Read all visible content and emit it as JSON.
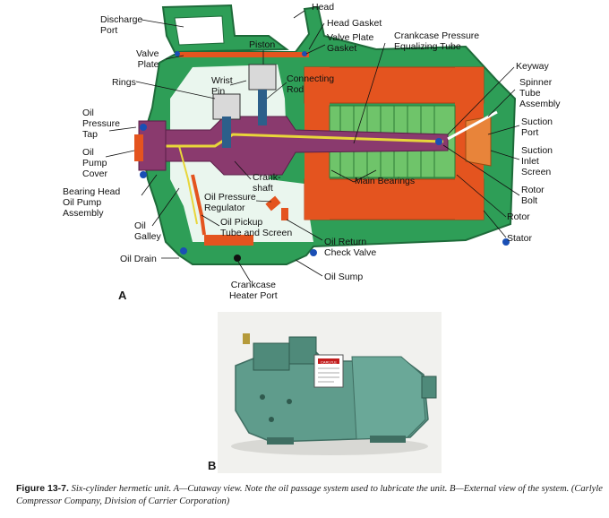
{
  "labels": {
    "head": "Head",
    "discharge_port_1": "Discharge",
    "discharge_port_2": "Port",
    "head_gasket": "Head Gasket",
    "valve_plate_gasket_1": "Valve Plate",
    "valve_plate_gasket_2": "Gasket",
    "piston": "Piston",
    "valve_plate_1": "Valve",
    "valve_plate_2": "Plate",
    "crankcase_tube_1": "Crankcase Pressure",
    "crankcase_tube_2": "Equalizing Tube",
    "rings": "Rings",
    "wrist_pin_1": "Wrist",
    "wrist_pin_2": "Pin",
    "connecting_rod_1": "Connecting",
    "connecting_rod_2": "Rod",
    "keyway": "Keyway",
    "spinner_1": "Spinner",
    "spinner_2": "Tube",
    "spinner_3": "Assembly",
    "oil_pressure_tap_1": "Oil",
    "oil_pressure_tap_2": "Pressure",
    "oil_pressure_tap_3": "Tap",
    "suction_port_1": "Suction",
    "suction_port_2": "Port",
    "oil_pump_cover_1": "Oil",
    "oil_pump_cover_2": "Pump",
    "oil_pump_cover_3": "Cover",
    "suction_screen_1": "Suction",
    "suction_screen_2": "Inlet",
    "suction_screen_3": "Screen",
    "crankshaft_1": "Crank-",
    "crankshaft_2": "shaft",
    "main_bearings": "Main Bearings",
    "bearing_head_1": "Bearing Head",
    "bearing_head_2": "Oil Pump",
    "bearing_head_3": "Assembly",
    "rotor_bolt_1": "Rotor",
    "rotor_bolt_2": "Bolt",
    "oil_pressure_reg_1": "Oil Pressure",
    "oil_pressure_reg_2": "Regulator",
    "oil_galley_1": "Oil",
    "oil_galley_2": "Galley",
    "oil_pickup_1": "Oil Pickup",
    "oil_pickup_2": "Tube and Screen",
    "rotor": "Rotor",
    "stator": "Stator",
    "oil_return_1": "Oil Return",
    "oil_return_2": "Check Valve",
    "oil_drain": "Oil Drain",
    "oil_sump": "Oil Sump",
    "crankcase_heater_1": "Crankcase",
    "crankcase_heater_2": "Heater Port"
  },
  "panel_a": "A",
  "panel_b": "B",
  "nameplate_text": "CARLYLE",
  "caption": {
    "figure": "Figure 13-7.",
    "text": "Six-cylinder hermetic unit. A—Cutaway view. Note the oil passage system used to lubricate the unit. B—External view of the system. (Carlyle Compressor Company, Division of Carrier Corporation)"
  },
  "colors": {
    "housing": "#2e9e57",
    "housing_dark": "#1e6b3a",
    "stator": "#e4541f",
    "crankshaft": "#8a3a6e",
    "oil_path": "#e8d63a",
    "bolt": "#1a4fb5",
    "compressor_body": "#5f9c8c"
  }
}
